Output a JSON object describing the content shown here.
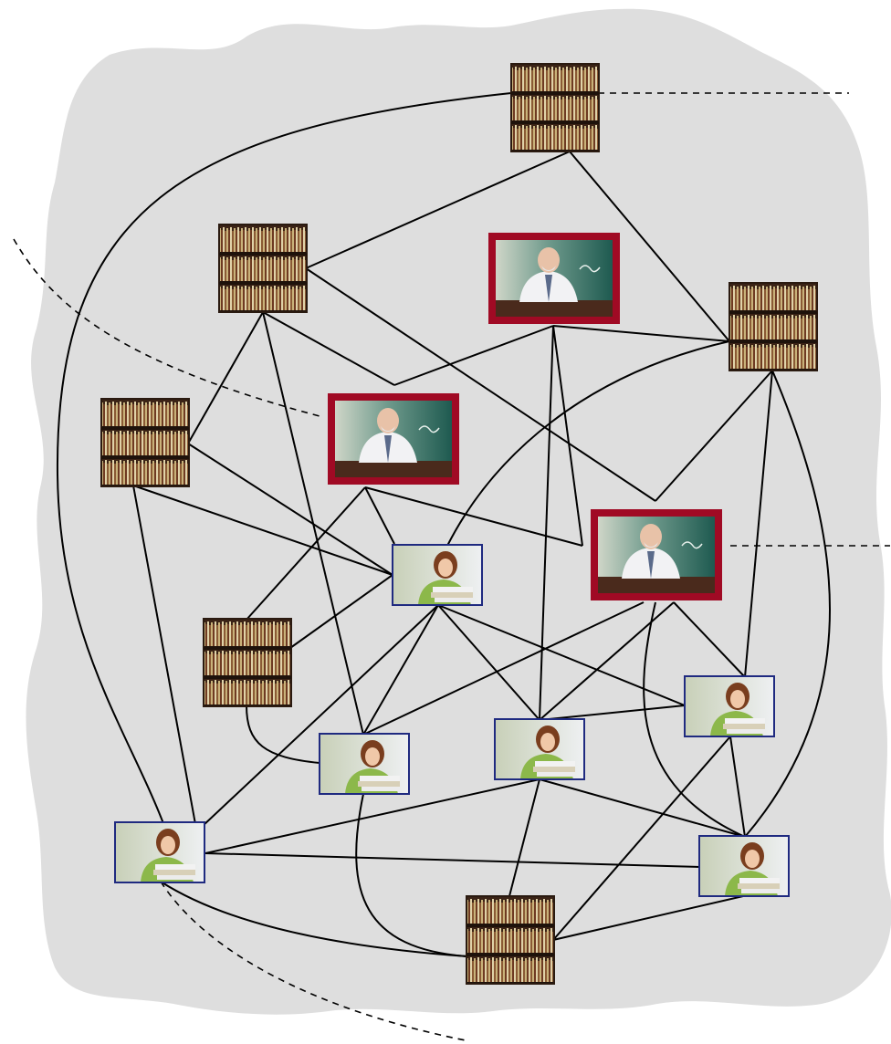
{
  "diagram": {
    "type": "network",
    "node_types": {
      "library": {
        "icon": "bookshelf-icon",
        "border": "#3a2418"
      },
      "teacher": {
        "icon": "teacher-icon",
        "border": "#a00a24"
      },
      "learner": {
        "icon": "student-icon",
        "border": "#1f2a80"
      }
    },
    "nodes": [
      {
        "id": "lib-top",
        "type": "library"
      },
      {
        "id": "lib-upper-left",
        "type": "library"
      },
      {
        "id": "lib-right",
        "type": "library"
      },
      {
        "id": "lib-left",
        "type": "library"
      },
      {
        "id": "lib-mid-left",
        "type": "library"
      },
      {
        "id": "lib-bottom",
        "type": "library"
      },
      {
        "id": "teacher-top",
        "type": "teacher"
      },
      {
        "id": "teacher-mid",
        "type": "teacher"
      },
      {
        "id": "teacher-right",
        "type": "teacher"
      },
      {
        "id": "learner-center",
        "type": "learner"
      },
      {
        "id": "learner-low-left",
        "type": "learner"
      },
      {
        "id": "learner-low-center",
        "type": "learner"
      },
      {
        "id": "learner-right",
        "type": "learner"
      },
      {
        "id": "learner-bottom-left",
        "type": "learner"
      },
      {
        "id": "learner-bottom-right",
        "type": "learner"
      }
    ],
    "external_links": 4,
    "colors": {
      "cloud": "#dedede",
      "edge": "#000000"
    }
  }
}
